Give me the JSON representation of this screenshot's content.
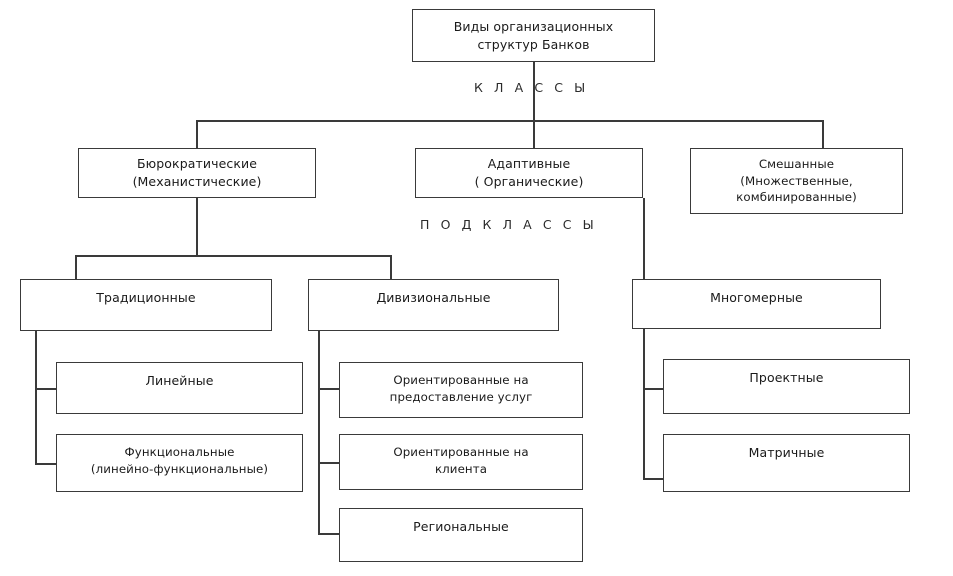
{
  "diagram": {
    "title_root": "Виды организационных\nструктур Банков",
    "captions": {
      "classes": "К Л А С С Ы",
      "subclasses": "П О Д К Л А С С Ы"
    },
    "level2": [
      {
        "label": "Бюрократические\n(Механистические)"
      },
      {
        "label": "Адаптивные\n( Органические)"
      },
      {
        "label": "Смешанные\n(Множественные,\nкомбинированные)"
      }
    ],
    "level3": [
      {
        "label": "Традиционные"
      },
      {
        "label": "Дивизиональные"
      },
      {
        "label": "Многомерные"
      }
    ],
    "level4_traditional": [
      {
        "label": "Линейные"
      },
      {
        "label": "Функциональные\n(линейно-функциональные)"
      }
    ],
    "level4_divisional": [
      {
        "label": "Ориентированные на\nпредоставление услуг"
      },
      {
        "label": "Ориентированные на\nклиента"
      },
      {
        "label": "Региональные"
      }
    ],
    "level4_multidim": [
      {
        "label": "Проектные"
      },
      {
        "label": "Матричные"
      }
    ],
    "colors": {
      "stroke": "#3a3a3a",
      "text": "#1a1a1a",
      "background": "#ffffff"
    }
  }
}
